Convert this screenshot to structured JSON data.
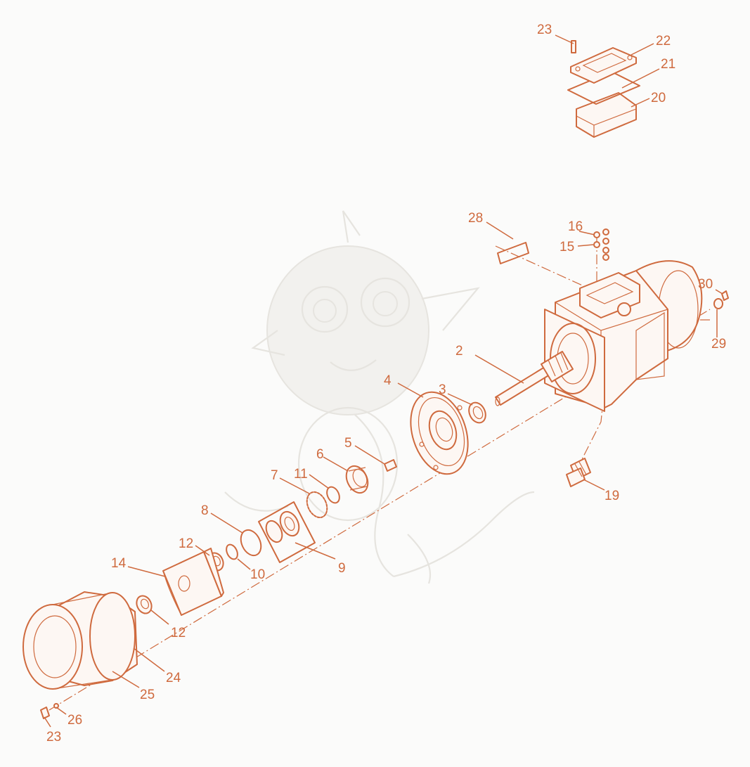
{
  "colors": {
    "ink": "#cf6a3e",
    "background": "#fbfbfa",
    "watermark": "#e6e4df"
  },
  "diagram": {
    "type": "exploded-parts-view",
    "labels": {
      "p2": "2",
      "p3": "3",
      "p4": "4",
      "p5": "5",
      "p6": "6",
      "p7": "7",
      "p8": "8",
      "p9": "9",
      "p10": "10",
      "p11": "11",
      "p12a": "12",
      "p12b": "12",
      "p14": "14",
      "p15": "15",
      "p16": "16",
      "p19": "19",
      "p20": "20",
      "p21": "21",
      "p22": "22",
      "p23a": "23",
      "p23b": "23",
      "p24": "24",
      "p25": "25",
      "p26": "26",
      "p28": "28",
      "p29": "29",
      "p30": "30"
    }
  }
}
